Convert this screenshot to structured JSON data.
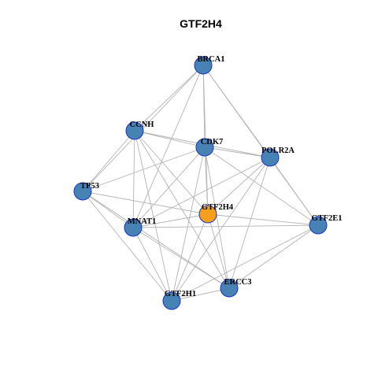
{
  "title": "GTF2H4",
  "colors": {
    "node_default": "#4682b4",
    "node_highlight": "#f5a01a",
    "node_border": "#1a33c8",
    "edge": "#b4b4b4"
  },
  "nodes": [
    {
      "id": "BRCA1",
      "label": "BRCA1",
      "highlight": false
    },
    {
      "id": "CCNH",
      "label": "CCNH",
      "highlight": false
    },
    {
      "id": "CDK7",
      "label": "CDK7",
      "highlight": false
    },
    {
      "id": "POLR2A",
      "label": "POLR2A",
      "highlight": false
    },
    {
      "id": "TP53",
      "label": "TP53",
      "highlight": false
    },
    {
      "id": "GTF2H4",
      "label": "GTF2H4",
      "highlight": true
    },
    {
      "id": "MNAT1",
      "label": "MNAT1",
      "highlight": false
    },
    {
      "id": "GTF2E1",
      "label": "GTF2E1",
      "highlight": false
    },
    {
      "id": "ERCC3",
      "label": "ERCC3",
      "highlight": false
    },
    {
      "id": "GTF2H1",
      "label": "GTF2H1",
      "highlight": false
    }
  ],
  "edges": [
    [
      "BRCA1",
      "CCNH"
    ],
    [
      "BRCA1",
      "CDK7"
    ],
    [
      "BRCA1",
      "POLR2A"
    ],
    [
      "BRCA1",
      "TP53"
    ],
    [
      "BRCA1",
      "GTF2H4"
    ],
    [
      "BRCA1",
      "MNAT1"
    ],
    [
      "BRCA1",
      "GTF2E1"
    ],
    [
      "CCNH",
      "CDK7"
    ],
    [
      "CCNH",
      "POLR2A"
    ],
    [
      "CCNH",
      "TP53"
    ],
    [
      "CCNH",
      "MNAT1"
    ],
    [
      "CCNH",
      "GTF2H1"
    ],
    [
      "CCNH",
      "ERCC3"
    ],
    [
      "CCNH",
      "GTF2H4"
    ],
    [
      "CDK7",
      "POLR2A"
    ],
    [
      "CDK7",
      "TP53"
    ],
    [
      "CDK7",
      "MNAT1"
    ],
    [
      "CDK7",
      "GTF2H4"
    ],
    [
      "CDK7",
      "GTF2E1"
    ],
    [
      "CDK7",
      "ERCC3"
    ],
    [
      "CDK7",
      "GTF2H1"
    ],
    [
      "POLR2A",
      "GTF2H4"
    ],
    [
      "POLR2A",
      "MNAT1"
    ],
    [
      "POLR2A",
      "GTF2E1"
    ],
    [
      "POLR2A",
      "ERCC3"
    ],
    [
      "POLR2A",
      "GTF2H1"
    ],
    [
      "TP53",
      "GTF2H4"
    ],
    [
      "TP53",
      "MNAT1"
    ],
    [
      "TP53",
      "GTF2H1"
    ],
    [
      "TP53",
      "ERCC3"
    ],
    [
      "GTF2H4",
      "MNAT1"
    ],
    [
      "GTF2H4",
      "GTF2E1"
    ],
    [
      "GTF2H4",
      "ERCC3"
    ],
    [
      "GTF2H4",
      "GTF2H1"
    ],
    [
      "MNAT1",
      "GTF2E1"
    ],
    [
      "MNAT1",
      "ERCC3"
    ],
    [
      "MNAT1",
      "GTF2H1"
    ],
    [
      "GTF2E1",
      "ERCC3"
    ],
    [
      "GTF2E1",
      "GTF2H1"
    ],
    [
      "ERCC3",
      "GTF2H1"
    ]
  ]
}
